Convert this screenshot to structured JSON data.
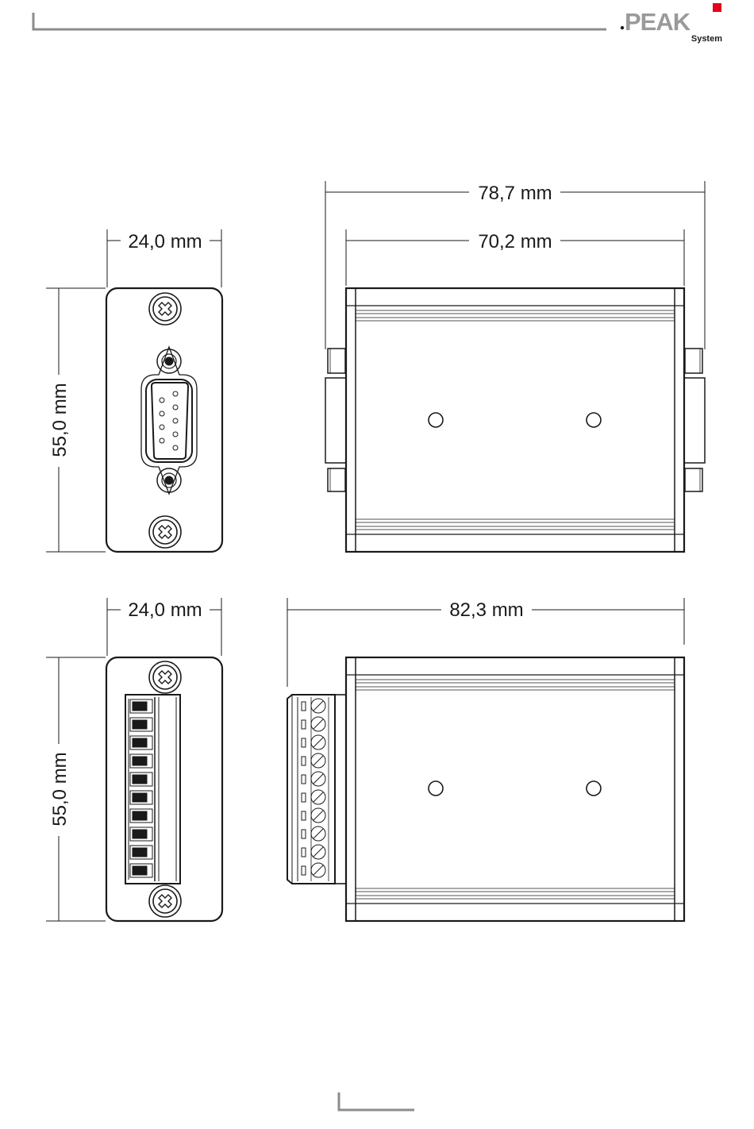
{
  "brand": {
    "logo_text": "PEAK",
    "logo_sub": "System",
    "accent": "#e3001b",
    "logo_gray": "#9a9a9a"
  },
  "dimensions": {
    "top_front_width": "24,0 mm",
    "top_front_height": "55,0 mm",
    "top_side_outer": "78,7 mm",
    "top_side_inner": "70,2 mm",
    "bottom_front_width": "24,0 mm",
    "bottom_front_height": "55,0 mm",
    "bottom_side_width": "82,3 mm"
  },
  "colors": {
    "line": "#1a1a1a",
    "rule": "#8c8c8c"
  },
  "icons": {
    "screw": "screw-icon",
    "dsub": "dsub-connector-icon",
    "terminal": "terminal-block-icon"
  }
}
